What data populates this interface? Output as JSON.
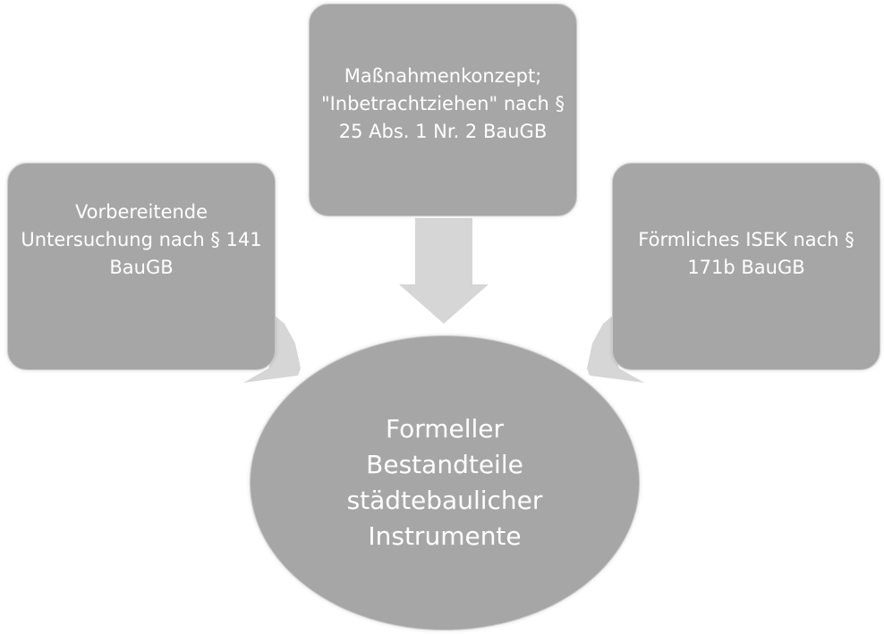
{
  "diagram": {
    "left_box": {
      "text": "Vorbereitende Untersuchung nach § 141 BauGB"
    },
    "top_box": {
      "text": "Maßnahmenkonzept; \"Inbetrachtziehen\" nach § 25 Abs. 1 Nr. 2 BauGB"
    },
    "right_box": {
      "text": "Förmliches ISEK nach § 171b BauGB"
    },
    "center_circle": {
      "text": "Formeller Bestandteile städtebaulicher Instrumente"
    }
  },
  "colors": {
    "shape_fill": "#a6a6a6",
    "arrow_fill": "#d6d6d6",
    "text": "#ffffff"
  }
}
